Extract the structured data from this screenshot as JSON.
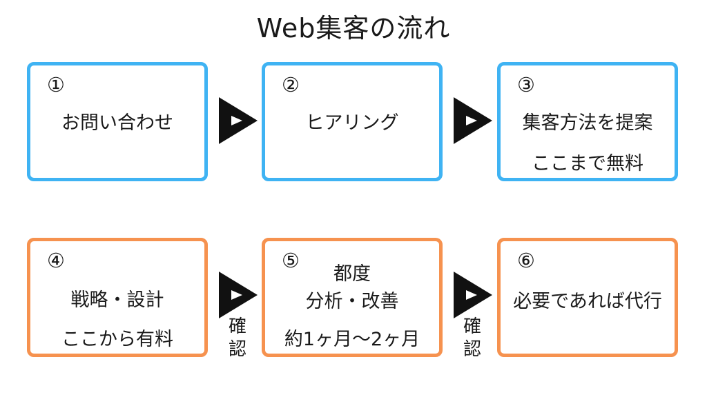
{
  "title": "Web集客の流れ",
  "steps": [
    {
      "num": "①",
      "lines": [
        "お問い合わせ"
      ]
    },
    {
      "num": "②",
      "lines": [
        "ヒアリング"
      ]
    },
    {
      "num": "③",
      "lines": [
        "集客方法を提案",
        "ここまで無料"
      ]
    },
    {
      "num": "④",
      "lines": [
        "戦略・設計",
        "ここから有料"
      ]
    },
    {
      "num": "⑤",
      "lines": [
        "都度",
        "分析・改善",
        "約1ヶ月〜2ヶ月"
      ]
    },
    {
      "num": "⑥",
      "lines": [
        "必要であれば代行"
      ]
    }
  ],
  "confirm_label": [
    "確",
    "認"
  ],
  "colors": {
    "free_border": "#3fb3f3",
    "paid_border": "#f6924f",
    "arrow": "#111111"
  },
  "icons": [
    "play-arrow-icon"
  ]
}
